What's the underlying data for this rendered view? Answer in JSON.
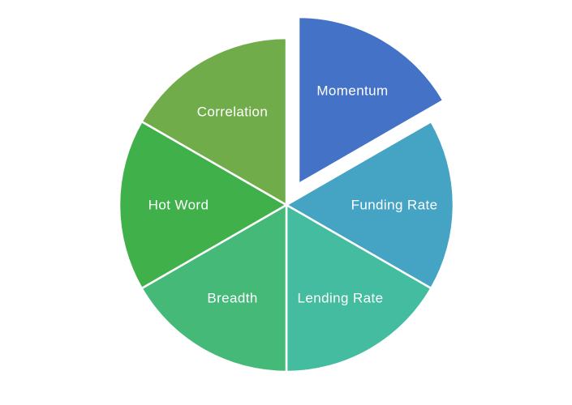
{
  "chart_data": {
    "type": "pie",
    "title": "",
    "legend_position": "none",
    "background_color": "#FFFFFF",
    "border_color": "#FFFFFF",
    "label_position": "inside",
    "label_color": "#FFFFFF",
    "start_angle_deg": 0,
    "direction": "clockwise",
    "slices": [
      {
        "label": "Momentum",
        "value": 16.67,
        "angle_deg": 60,
        "color": "#4472C6",
        "exploded": true
      },
      {
        "label": "Funding Rate",
        "value": 16.67,
        "angle_deg": 60,
        "color": "#45A3C4",
        "exploded": false
      },
      {
        "label": "Lending Rate",
        "value": 16.67,
        "angle_deg": 60,
        "color": "#43BCA0",
        "exploded": false
      },
      {
        "label": "Breadth",
        "value": 16.67,
        "angle_deg": 60,
        "color": "#45BA78",
        "exploded": false
      },
      {
        "label": "Hot Word",
        "value": 16.67,
        "angle_deg": 60,
        "color": "#3FB04A",
        "exploded": false
      },
      {
        "label": "Correlation",
        "value": 16.67,
        "angle_deg": 60,
        "color": "#71AC4B",
        "exploded": false
      }
    ]
  }
}
